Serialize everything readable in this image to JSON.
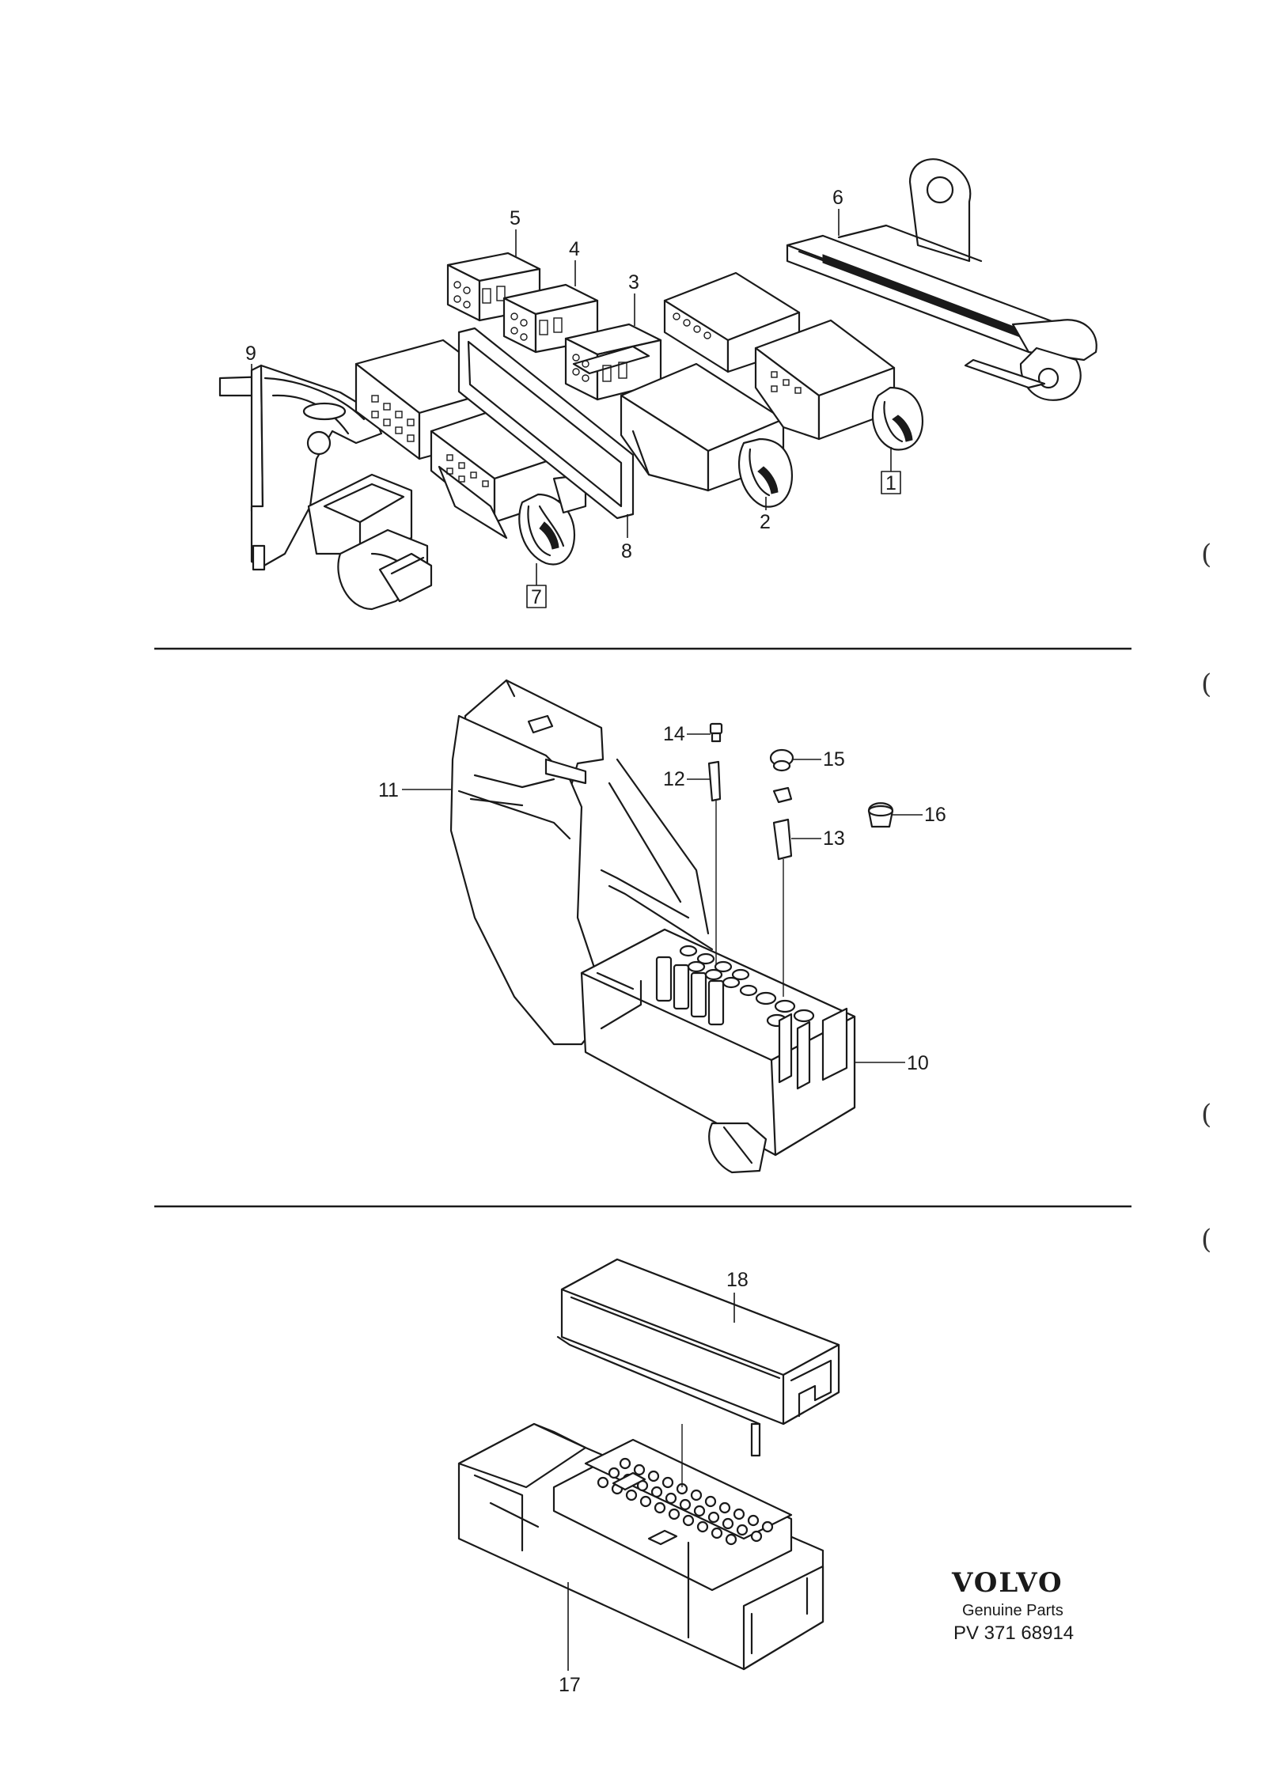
{
  "callouts": {
    "c1": "1",
    "c2": "2",
    "c3": "3",
    "c4": "4",
    "c5": "5",
    "c6": "6",
    "c7": "7",
    "c8": "8",
    "c9": "9",
    "c10": "10",
    "c11": "11",
    "c12": "12",
    "c13": "13",
    "c14": "14",
    "c15": "15",
    "c16": "16",
    "c17": "17",
    "c18": "18"
  },
  "brand": {
    "logo": "VOLVO",
    "subtitle": "Genuine Parts",
    "code": "PV 371 68914"
  },
  "margin_marks": [
    "(",
    "(",
    "(",
    "("
  ]
}
